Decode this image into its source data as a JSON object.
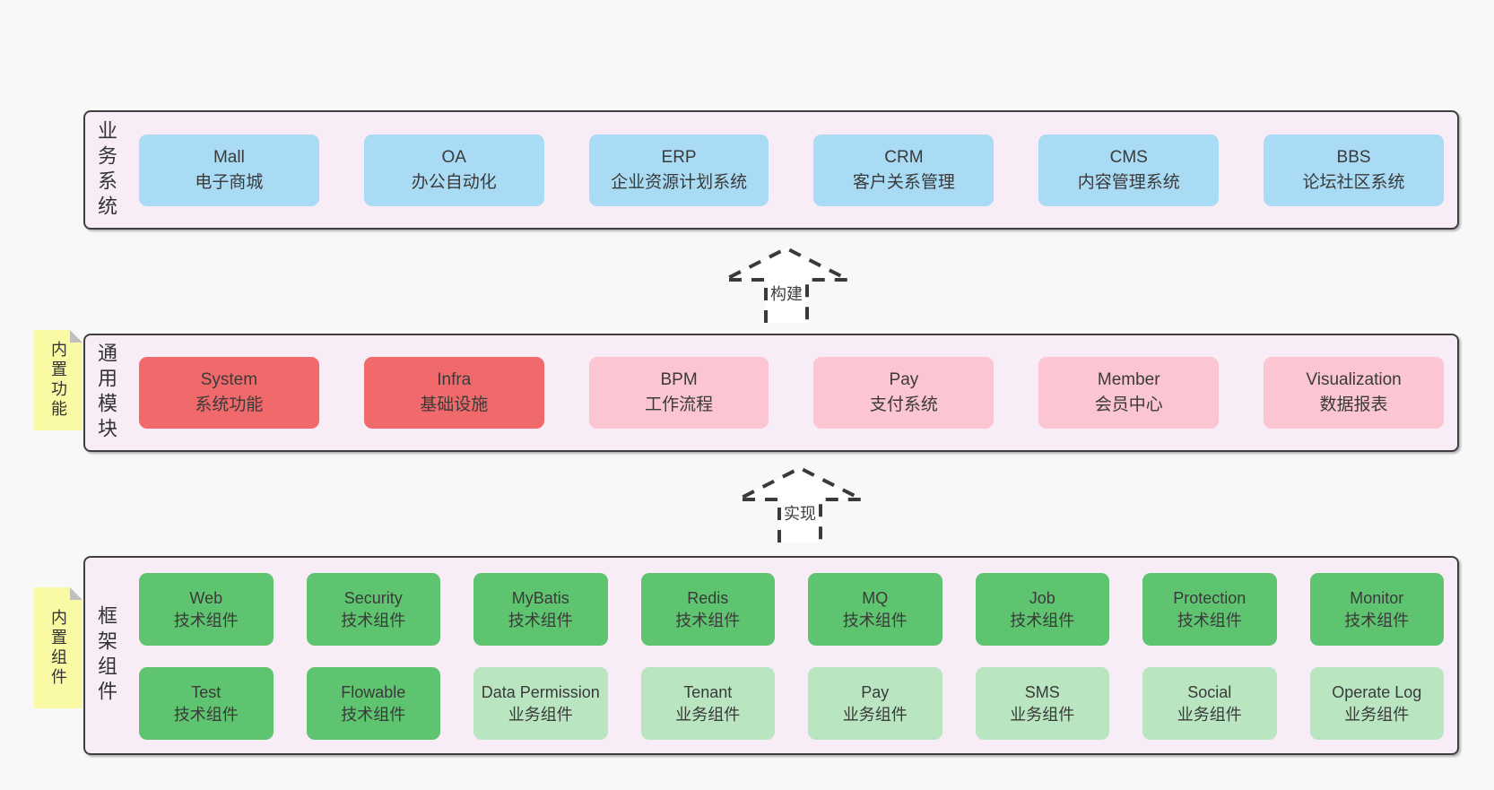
{
  "colors": {
    "page_bg": "#f8f8f8",
    "panel_bg": "#f8edf6",
    "panel_border": "#3f3f3f",
    "blue": "#a9dbf4",
    "red": "#f16a6b",
    "pink": "#fbc5d1",
    "green": "#5ec46f",
    "green_light": "#b9e5c0",
    "note_yellow": "#fafaa4",
    "text": "#3a3a3a"
  },
  "arrows": [
    {
      "label": "构建"
    },
    {
      "label": "实现"
    }
  ],
  "panels": [
    {
      "id": "business",
      "side_label": "业务系统",
      "note": null,
      "rows": [
        [
          {
            "title": "Mall",
            "subtitle": "电子商城",
            "variant": "blue"
          },
          {
            "title": "OA",
            "subtitle": "办公自动化",
            "variant": "blue"
          },
          {
            "title": "ERP",
            "subtitle": "企业资源计划系统",
            "variant": "blue"
          },
          {
            "title": "CRM",
            "subtitle": "客户关系管理",
            "variant": "blue"
          },
          {
            "title": "CMS",
            "subtitle": "内容管理系统",
            "variant": "blue"
          },
          {
            "title": "BBS",
            "subtitle": "论坛社区系统",
            "variant": "blue"
          }
        ]
      ]
    },
    {
      "id": "modules",
      "side_label": "通用模块",
      "note": "内置功能",
      "rows": [
        [
          {
            "title": "System",
            "subtitle": "系统功能",
            "variant": "red"
          },
          {
            "title": "Infra",
            "subtitle": "基础设施",
            "variant": "red"
          },
          {
            "title": "BPM",
            "subtitle": "工作流程",
            "variant": "pink"
          },
          {
            "title": "Pay",
            "subtitle": "支付系统",
            "variant": "pink"
          },
          {
            "title": "Member",
            "subtitle": "会员中心",
            "variant": "pink"
          },
          {
            "title": "Visualization",
            "subtitle": "数据报表",
            "variant": "pink"
          }
        ]
      ]
    },
    {
      "id": "components",
      "side_label": "框架组件",
      "note": "内置组件",
      "rows": [
        [
          {
            "title": "Web",
            "subtitle": "技术组件",
            "variant": "green"
          },
          {
            "title": "Security",
            "subtitle": "技术组件",
            "variant": "green"
          },
          {
            "title": "MyBatis",
            "subtitle": "技术组件",
            "variant": "green"
          },
          {
            "title": "Redis",
            "subtitle": "技术组件",
            "variant": "green"
          },
          {
            "title": "MQ",
            "subtitle": "技术组件",
            "variant": "green"
          },
          {
            "title": "Job",
            "subtitle": "技术组件",
            "variant": "green"
          },
          {
            "title": "Protection",
            "subtitle": "技术组件",
            "variant": "green"
          },
          {
            "title": "Monitor",
            "subtitle": "技术组件",
            "variant": "green"
          }
        ],
        [
          {
            "title": "Test",
            "subtitle": "技术组件",
            "variant": "green"
          },
          {
            "title": "Flowable",
            "subtitle": "技术组件",
            "variant": "green"
          },
          {
            "title": "Data Permission",
            "subtitle": "业务组件",
            "variant": "green-light"
          },
          {
            "title": "Tenant",
            "subtitle": "业务组件",
            "variant": "green-light"
          },
          {
            "title": "Pay",
            "subtitle": "业务组件",
            "variant": "green-light"
          },
          {
            "title": "SMS",
            "subtitle": "业务组件",
            "variant": "green-light"
          },
          {
            "title": "Social",
            "subtitle": "业务组件",
            "variant": "green-light"
          },
          {
            "title": "Operate Log",
            "subtitle": "业务组件",
            "variant": "green-light"
          }
        ]
      ]
    }
  ]
}
